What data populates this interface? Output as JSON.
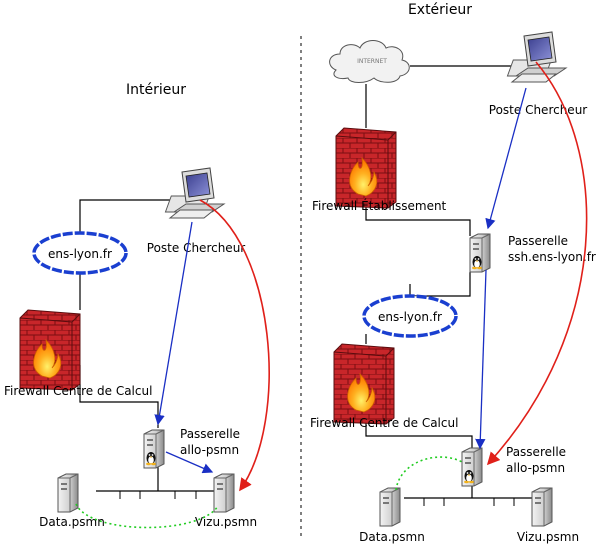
{
  "interior": {
    "title": "Intérieur",
    "network": "ens-lyon.fr",
    "poste": "Poste Chercheur",
    "firewall": "Firewall Centre de Calcul",
    "passerelle_line1": "Passerelle",
    "passerelle_line2": "allo-psmn",
    "data": "Data.psmn",
    "vizu": "Vizu.psmn"
  },
  "exterior": {
    "title": "Extérieur",
    "internet": "INTERNET",
    "poste": "Poste Chercheur",
    "firewall_etab": "Firewall Établissement",
    "passerelle_ssh_line1": "Passerelle",
    "passerelle_ssh_line2": "ssh.ens-lyon.fr",
    "network": "ens-lyon.fr",
    "firewall_calc": "Firewall Centre de Calcul",
    "passerelle_line1": "Passerelle",
    "passerelle_line2": "allo-psmn",
    "data": "Data.psmn",
    "vizu": "Vizu.psmn"
  },
  "colors": {
    "blue_link": "#1a2fc4",
    "red_link": "#e0201a",
    "green_link": "#22cc22",
    "network_ring": "#1a3fd0"
  }
}
